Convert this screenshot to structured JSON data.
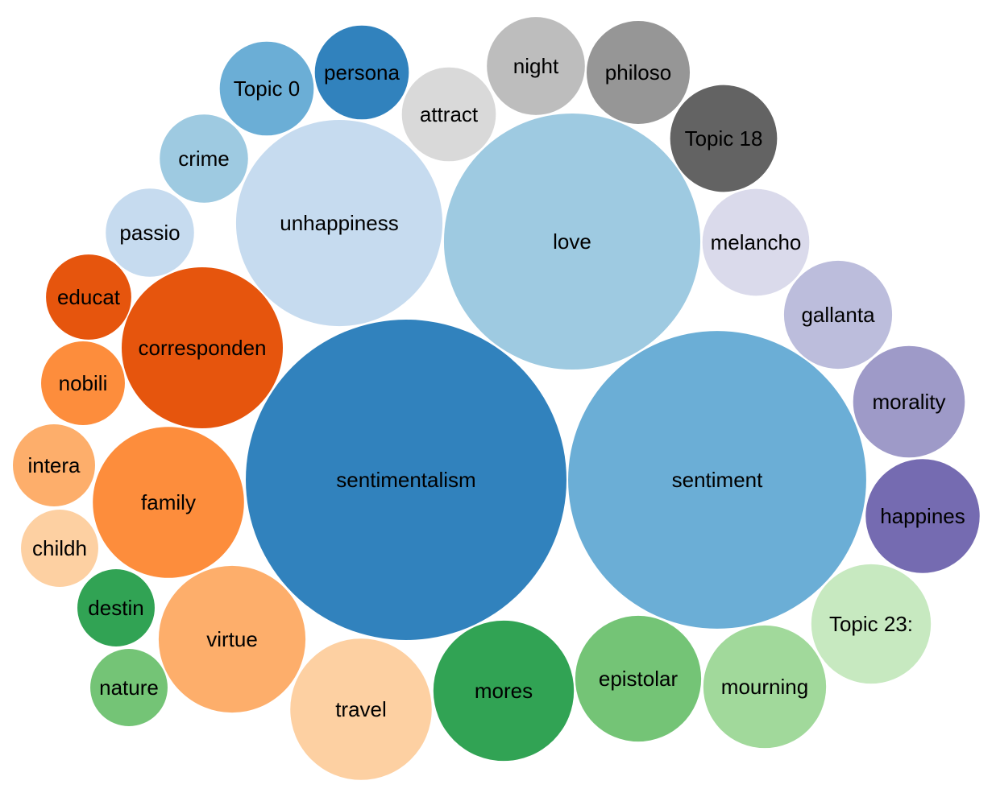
{
  "chart_data": {
    "type": "bubble",
    "title": "",
    "legend": "none",
    "bubbles": [
      {
        "label": "sentimentalism",
        "value": 396,
        "color": "#3182bd"
      },
      {
        "label": "sentiment",
        "value": 342,
        "color": "#6baed6"
      },
      {
        "label": "love",
        "value": 253,
        "color": "#9ecae1"
      },
      {
        "label": "unhappiness",
        "value": 164,
        "color": "#c6dbef"
      },
      {
        "label": "corresponden",
        "value": 100,
        "color": "#e6550d"
      },
      {
        "label": "family",
        "value": 88,
        "color": "#fd8d3c"
      },
      {
        "label": "virtue",
        "value": 83,
        "color": "#fdae6b"
      },
      {
        "label": "travel",
        "value": 77,
        "color": "#fdd0a2"
      },
      {
        "label": "mores",
        "value": 76,
        "color": "#31a354"
      },
      {
        "label": "epistolar",
        "value": 61,
        "color": "#74c476"
      },
      {
        "label": "mourning",
        "value": 58,
        "color": "#a1d99b"
      },
      {
        "label": "Topic 23:",
        "value": 55,
        "color": "#c7e9c0"
      },
      {
        "label": "happines",
        "value": 50,
        "color": "#756bb1"
      },
      {
        "label": "morality",
        "value": 48,
        "color": "#9e9ac8"
      },
      {
        "label": "gallanta",
        "value": 45,
        "color": "#bcbddc"
      },
      {
        "label": "melancho",
        "value": 44,
        "color": "#dadaeb"
      },
      {
        "label": "Topic 18",
        "value": 44,
        "color": "#636363"
      },
      {
        "label": "philoso",
        "value": 41,
        "color": "#969696"
      },
      {
        "label": "night",
        "value": 37,
        "color": "#bdbdbd"
      },
      {
        "label": "attract",
        "value": 34,
        "color": "#d9d9d9"
      },
      {
        "label": "persona",
        "value": 34,
        "color": "#3182bd"
      },
      {
        "label": "Topic 0",
        "value": 34,
        "color": "#6baed6"
      },
      {
        "label": "crime",
        "value": 30,
        "color": "#9ecae1"
      },
      {
        "label": "passio",
        "value": 30,
        "color": "#c6dbef"
      },
      {
        "label": "educat",
        "value": 28,
        "color": "#e6550d"
      },
      {
        "label": "nobili",
        "value": 27,
        "color": "#fd8d3c"
      },
      {
        "label": "intera",
        "value": 26,
        "color": "#fdae6b"
      },
      {
        "label": "childh",
        "value": 23,
        "color": "#fdd0a2"
      },
      {
        "label": "destin",
        "value": 23,
        "color": "#31a354"
      },
      {
        "label": "nature",
        "value": 23,
        "color": "#74c476"
      }
    ]
  }
}
